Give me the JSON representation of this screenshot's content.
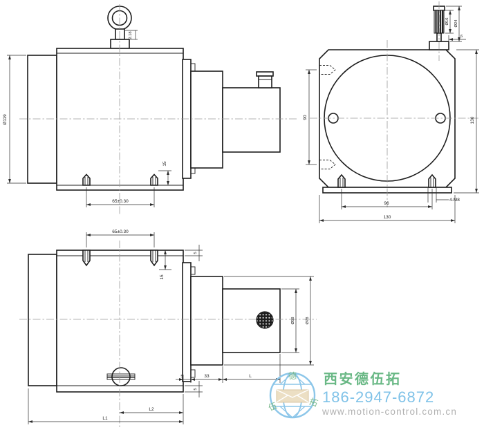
{
  "drawing": {
    "views": {
      "top_side": {
        "dims": {
          "body_diameter": "Ø119",
          "eyebolt_boss": "2.18",
          "foot_height": "15",
          "foot_spacing": "65±0.30"
        }
      },
      "front": {
        "dims": {
          "connector_inner_dia": "Ø16",
          "connector_outer_dia": "Ø24",
          "connector_offset": "6",
          "side_screw_spacing": "90",
          "body_height": "130",
          "foot_hole_spacing": "96",
          "body_width": "130",
          "mounting_thread": "4-M8"
        }
      },
      "bottom_side": {
        "dims": {
          "foot_spacing": "65±0.30",
          "top_plate_thickness": "5",
          "foot_height": "15",
          "flange_thickness": "5",
          "boss_length": "33",
          "shaft_length": "L",
          "shaft_diameter": "Ø58",
          "boss_diameter": "Ø78",
          "bottom_plate_thickness": "5",
          "length_l2": "L2",
          "length_l1": "L1"
        }
      }
    },
    "watermark": {
      "company": "西安德伍拓",
      "phone": "186-2947-6872",
      "website": "www.motion-control.com.cn",
      "globe_characters": [
        "德",
        "伍",
        "拓"
      ],
      "colors": {
        "company_green": "#69b885",
        "phone_blue": "#7fc2e8",
        "url_gray": "#b0b0b0",
        "globe_blue": "#8cc6e9",
        "envelope_tan": "#ecdfc4"
      }
    },
    "line_colors": {
      "outline": "#1c1c1c",
      "centerline": "#9a9a9a",
      "background": "#ffffff"
    }
  }
}
